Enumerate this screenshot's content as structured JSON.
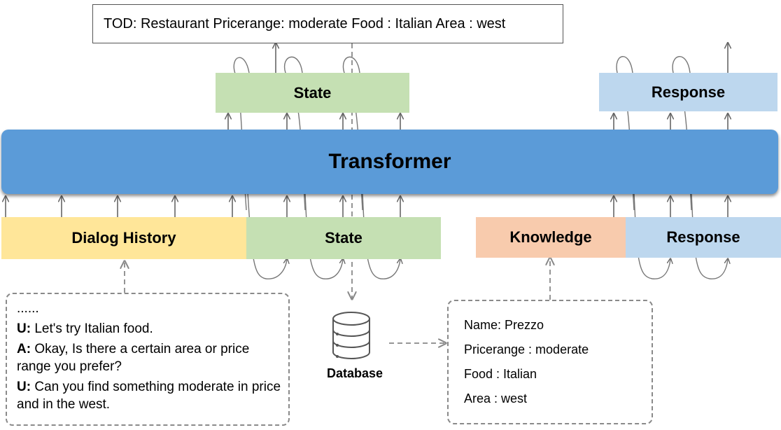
{
  "tod_output": "TOD: Restaurant Pricerange: moderate Food : Italian Area : west",
  "transformer_label": "Transformer",
  "output_blocks": {
    "state": "State",
    "response": "Response"
  },
  "input_blocks": {
    "dialog_history": "Dialog History",
    "state": "State",
    "knowledge": "Knowledge",
    "response": "Response"
  },
  "dialog": {
    "ellipsis": "......",
    "turns": [
      {
        "speaker": "U:",
        "text": " Let's try Italian food."
      },
      {
        "speaker": "A:",
        "text": " Okay, Is there a certain area or price range you prefer?"
      },
      {
        "speaker": "U:",
        "text": " Can you find something moderate in price and in the west."
      }
    ]
  },
  "database_label": "Database",
  "knowledge_entries": [
    "Name: Prezzo",
    "Pricerange  : moderate",
    "Food : Italian",
    "Area : west"
  ],
  "colors": {
    "transformer": "#5b9bd8",
    "state": "#c5e0b3",
    "response": "#bdd7ee",
    "dialog_history": "#ffe699",
    "knowledge": "#f8cbad"
  }
}
